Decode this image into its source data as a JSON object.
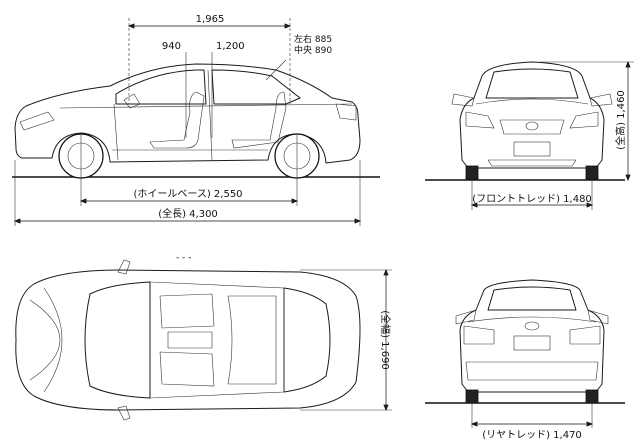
{
  "dimensions": {
    "overall_length": "(全長) 4,300",
    "wheelbase": "(ホイールベース) 2,550",
    "cabin_length": "1,965",
    "front_headroom": "940",
    "rear_headroom": "1,200",
    "shoulder_lr": "左右 885",
    "shoulder_center": "中央 890",
    "overall_height": "(全高) 1,460",
    "overall_width": "(全幅) 1,690",
    "front_tread": "(フロントトレッド) 1,480",
    "rear_tread": "(リヤトレッド) 1,470"
  }
}
